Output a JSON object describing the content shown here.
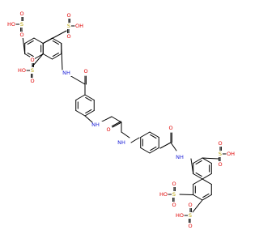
{
  "colors": {
    "sulfur": "#B8A200",
    "oxygen": "#E00000",
    "nitrogen": "#1E22D8",
    "carbon": "#000000",
    "background": "#FFFFFF"
  },
  "labels": {
    "O": "O",
    "S": "S",
    "OH": "OH",
    "HO": "HO",
    "NH": "NH",
    "HN": "HN",
    "SO3H_left": "HO",
    "S_sym": "S",
    "H": "H"
  }
}
